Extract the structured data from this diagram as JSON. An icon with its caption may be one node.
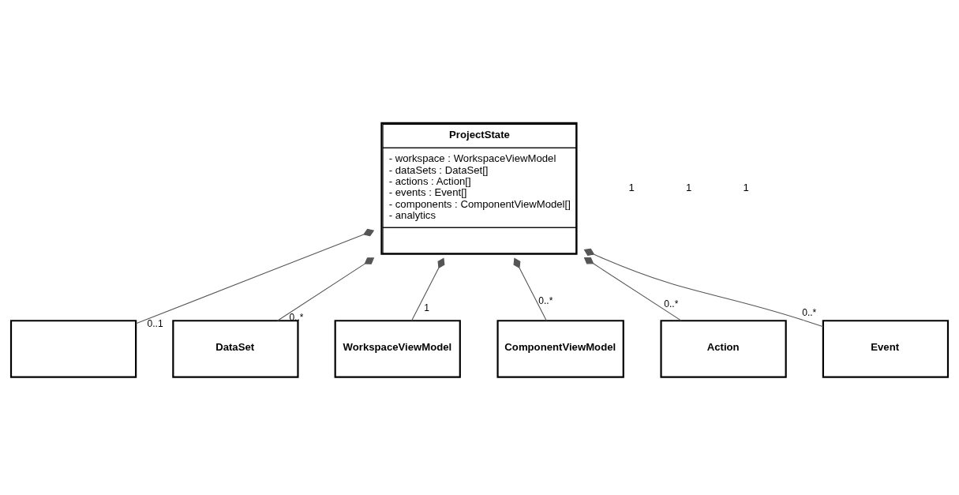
{
  "diagram": {
    "nodes": [
      {
        "text": [],
        "shape": "box"
      },
      {
        "text": [
          "DataSet"
        ]
      },
      {
        "text": [
          "ProjectState",
          "- workspace : WorkspaceViewModel",
          "- dataSets : DataSet[]",
          "- actions : Action[]",
          "- events : Event[]",
          "- components : ComponentViewModel[]",
          "- analytics"
        ]
      },
      {
        "text": [
          "WorkspaceViewModel"
        ]
      },
      {
        "text": [
          "ComponentViewModel"
        ]
      },
      {
        "text": [
          "Action"
        ]
      },
      {
        "text": [
          "Event"
        ]
      }
    ],
    "edges": [
      {
        "from": 2,
        "to": 0,
        "arrow": "other",
        "label": "0..1"
      },
      {
        "from": 2,
        "to": 1,
        "arrow": "other",
        "label": "0..*"
      },
      {
        "from": 2,
        "to": 3,
        "arrow": "other",
        "label": "1"
      },
      {
        "from": 2,
        "to": 4,
        "arrow": "other",
        "label": "0..*"
      },
      {
        "from": 2,
        "to": 5,
        "arrow": "other",
        "label": "0..*"
      },
      {
        "from": 2,
        "to": 6,
        "arrow": "other",
        "label": "0..*"
      }
    ],
    "labels": [
      "1",
      "1",
      "1"
    ]
  }
}
